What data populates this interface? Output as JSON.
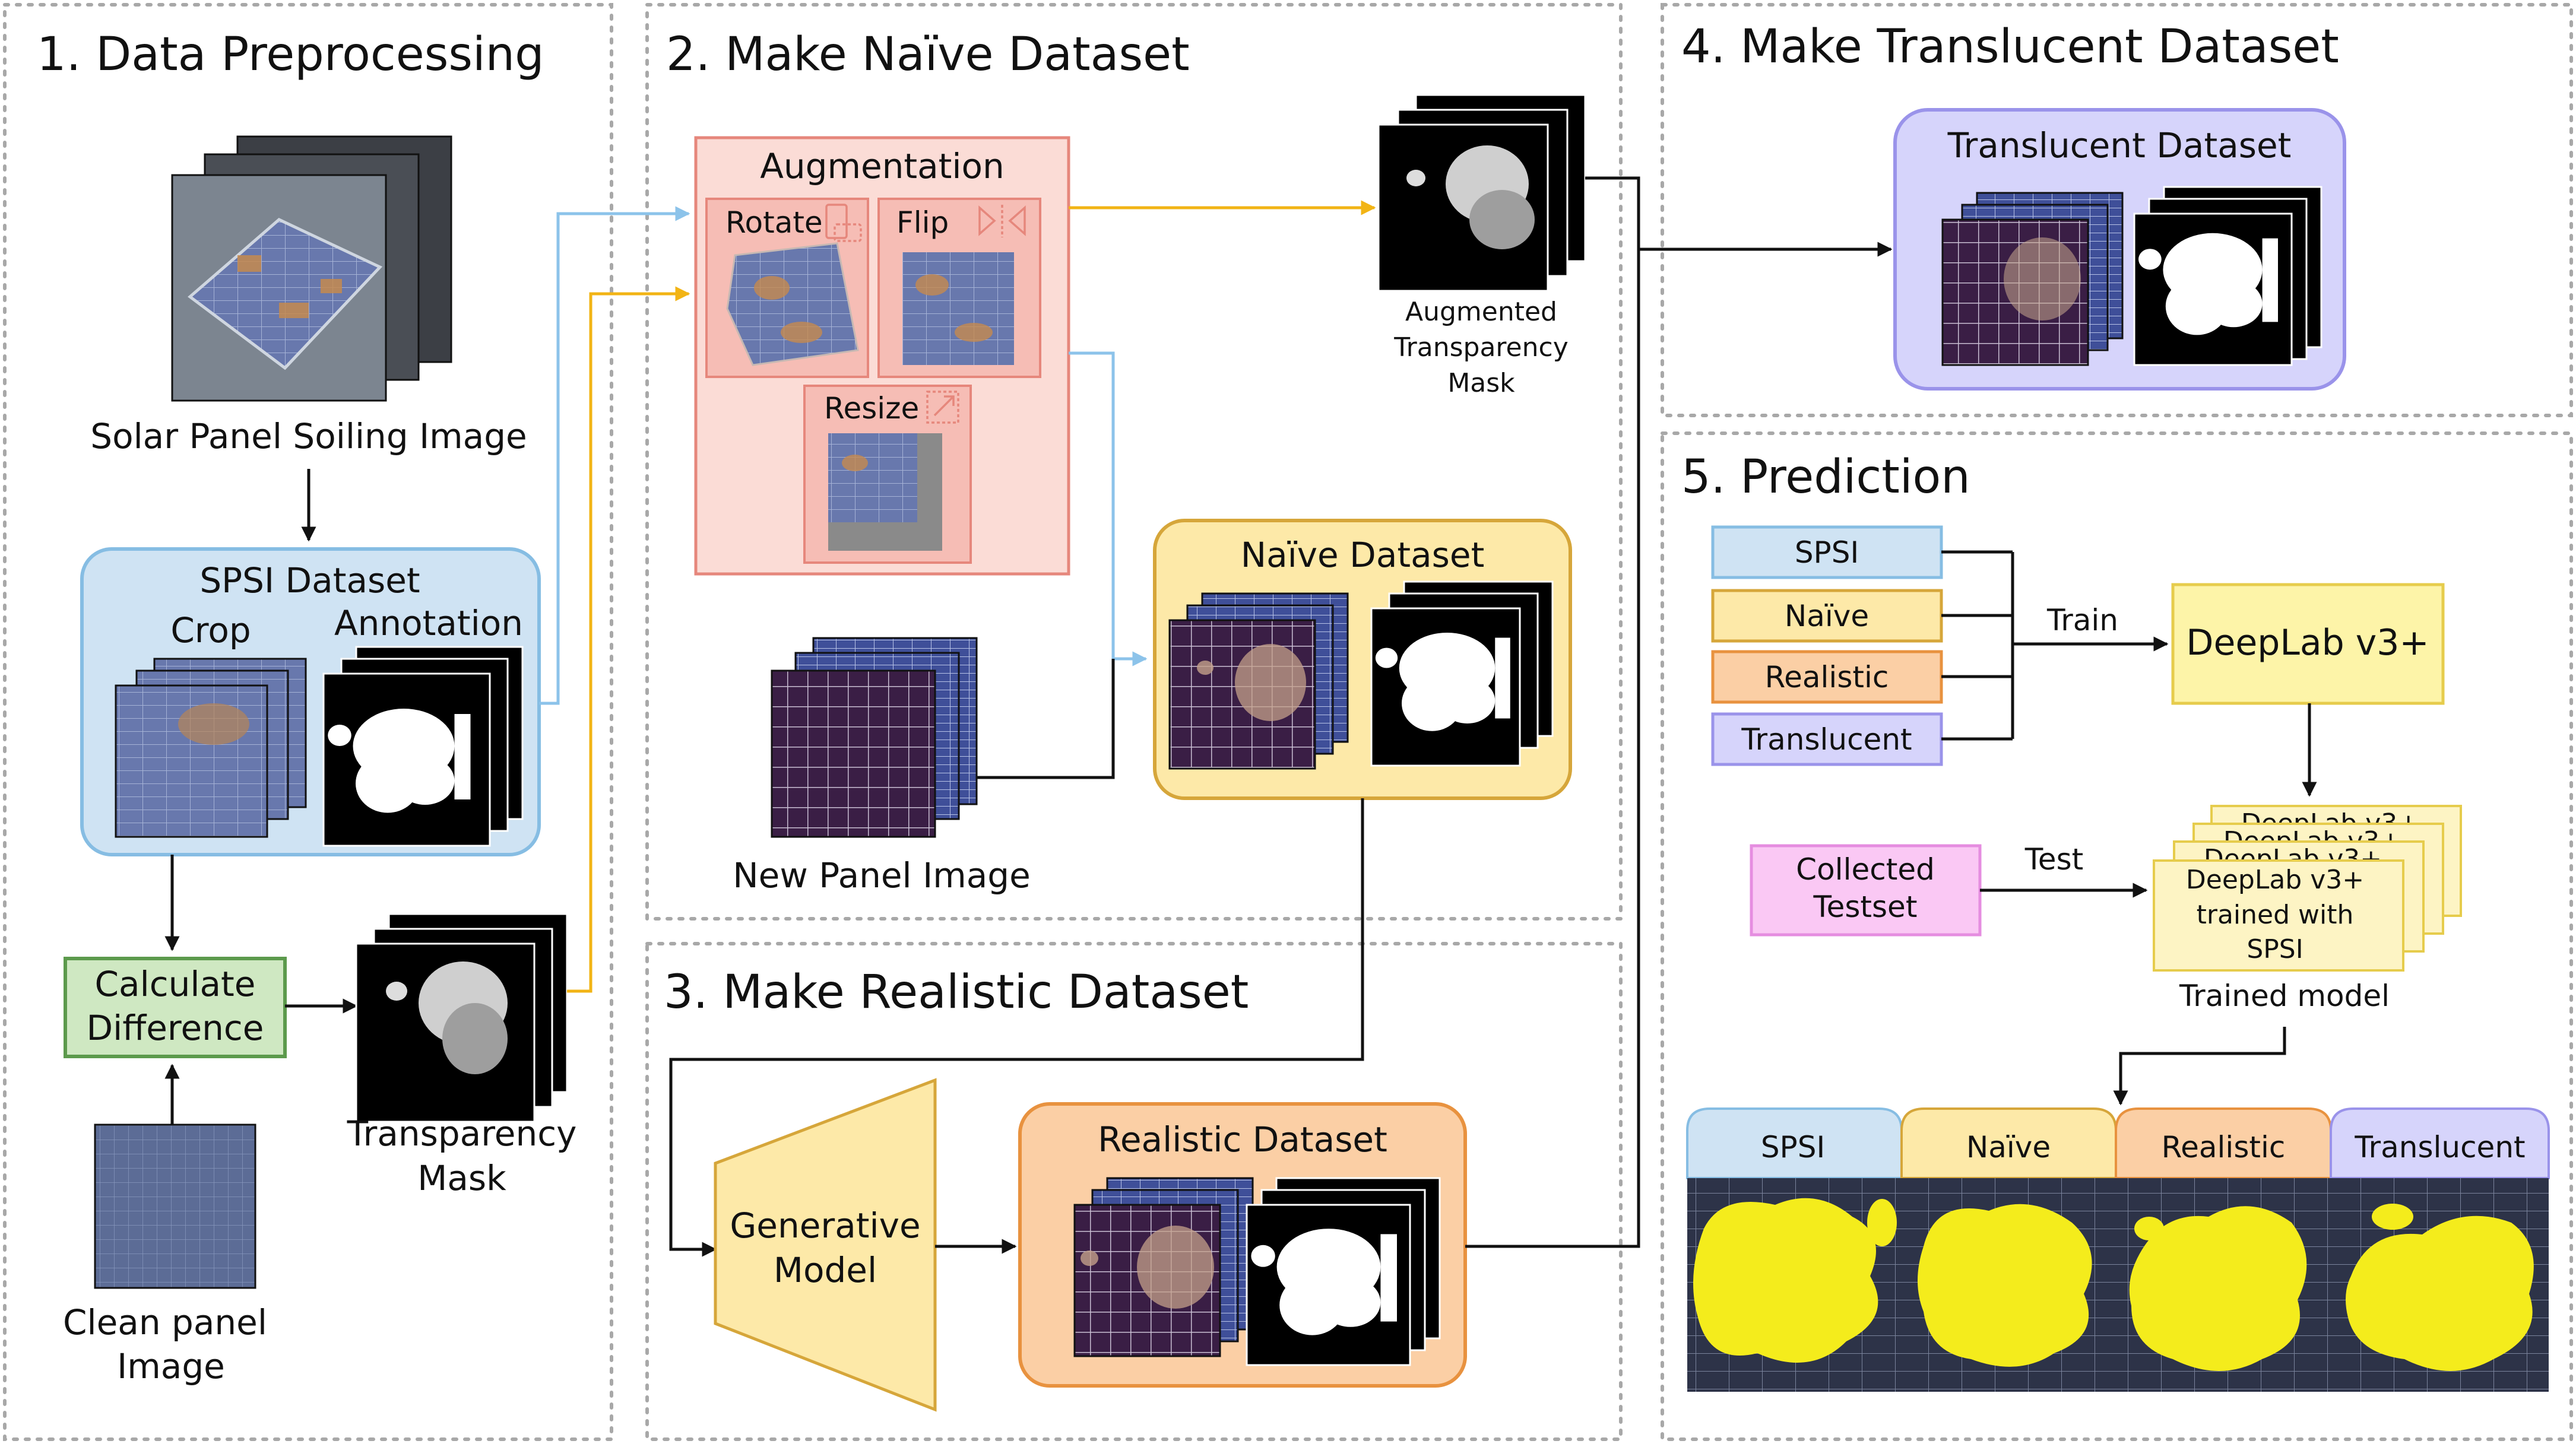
{
  "sections": {
    "s1": "1. Data Preprocessing",
    "s2": "2. Make Naïve Dataset",
    "s3": "3. Make Realistic Dataset",
    "s4": "4. Make Translucent Dataset",
    "s5": "5. Prediction"
  },
  "preprocessing": {
    "solar_image_label": "Solar Panel Soiling Image",
    "spsi_dataset": "SPSI Dataset",
    "crop": "Crop",
    "annotation": "Annotation",
    "calculate_difference": [
      "Calculate",
      "Difference"
    ],
    "transparency_mask": [
      "Transparency",
      "Mask"
    ],
    "clean_panel": [
      "Clean panel",
      "Image"
    ]
  },
  "naive": {
    "augmentation": "Augmentation",
    "rotate": "Rotate",
    "flip": "Flip",
    "resize": "Resize",
    "augmented_mask": [
      "Augmented",
      "Transparency",
      "Mask"
    ],
    "new_panel": "New Panel Image",
    "naive_dataset": "Naïve Dataset"
  },
  "realistic": {
    "generative_model": [
      "Generative",
      "Model"
    ],
    "realistic_dataset": "Realistic Dataset"
  },
  "translucent": {
    "translucent_dataset": "Translucent Dataset"
  },
  "prediction": {
    "datasets": [
      "SPSI",
      "Naïve",
      "Realistic",
      "Translucent"
    ],
    "train": "Train",
    "deeplab": "DeepLab v3+",
    "collected_testset": [
      "Collected",
      "Testset"
    ],
    "test": "Test",
    "stack_back": "DeepLab v3+",
    "stack_front": [
      "DeepLab v3+",
      "trained with",
      "SPSI"
    ],
    "trained_model": "Trained model",
    "result_tabs": [
      "SPSI",
      "Naïve",
      "Realistic",
      "Translucent"
    ]
  },
  "colors": {
    "blue_fill": "#cfe3f3",
    "blue_stroke": "#86bde3",
    "yellow_fill": "#fde9a8",
    "yellow_stroke": "#d6a63a",
    "orange_fill": "#fbcfa5",
    "orange_stroke": "#e8923f",
    "purple_fill": "#d6d4fb",
    "purple_stroke": "#9a93ea",
    "pink_fill": "#fac8f4",
    "pink_stroke": "#e58de0",
    "green_fill": "#cfe8c2",
    "green_stroke": "#5c9a4c",
    "aug_fill": "#fbdcd6",
    "aug_stroke": "#e6877c",
    "panel_blue": "#6d7fb4",
    "panel_purple": "#3a1e45",
    "arrow_blue": "#8cc3ea",
    "arrow_yellow": "#f2b415",
    "soil_yellow": "#f4ec1c"
  }
}
